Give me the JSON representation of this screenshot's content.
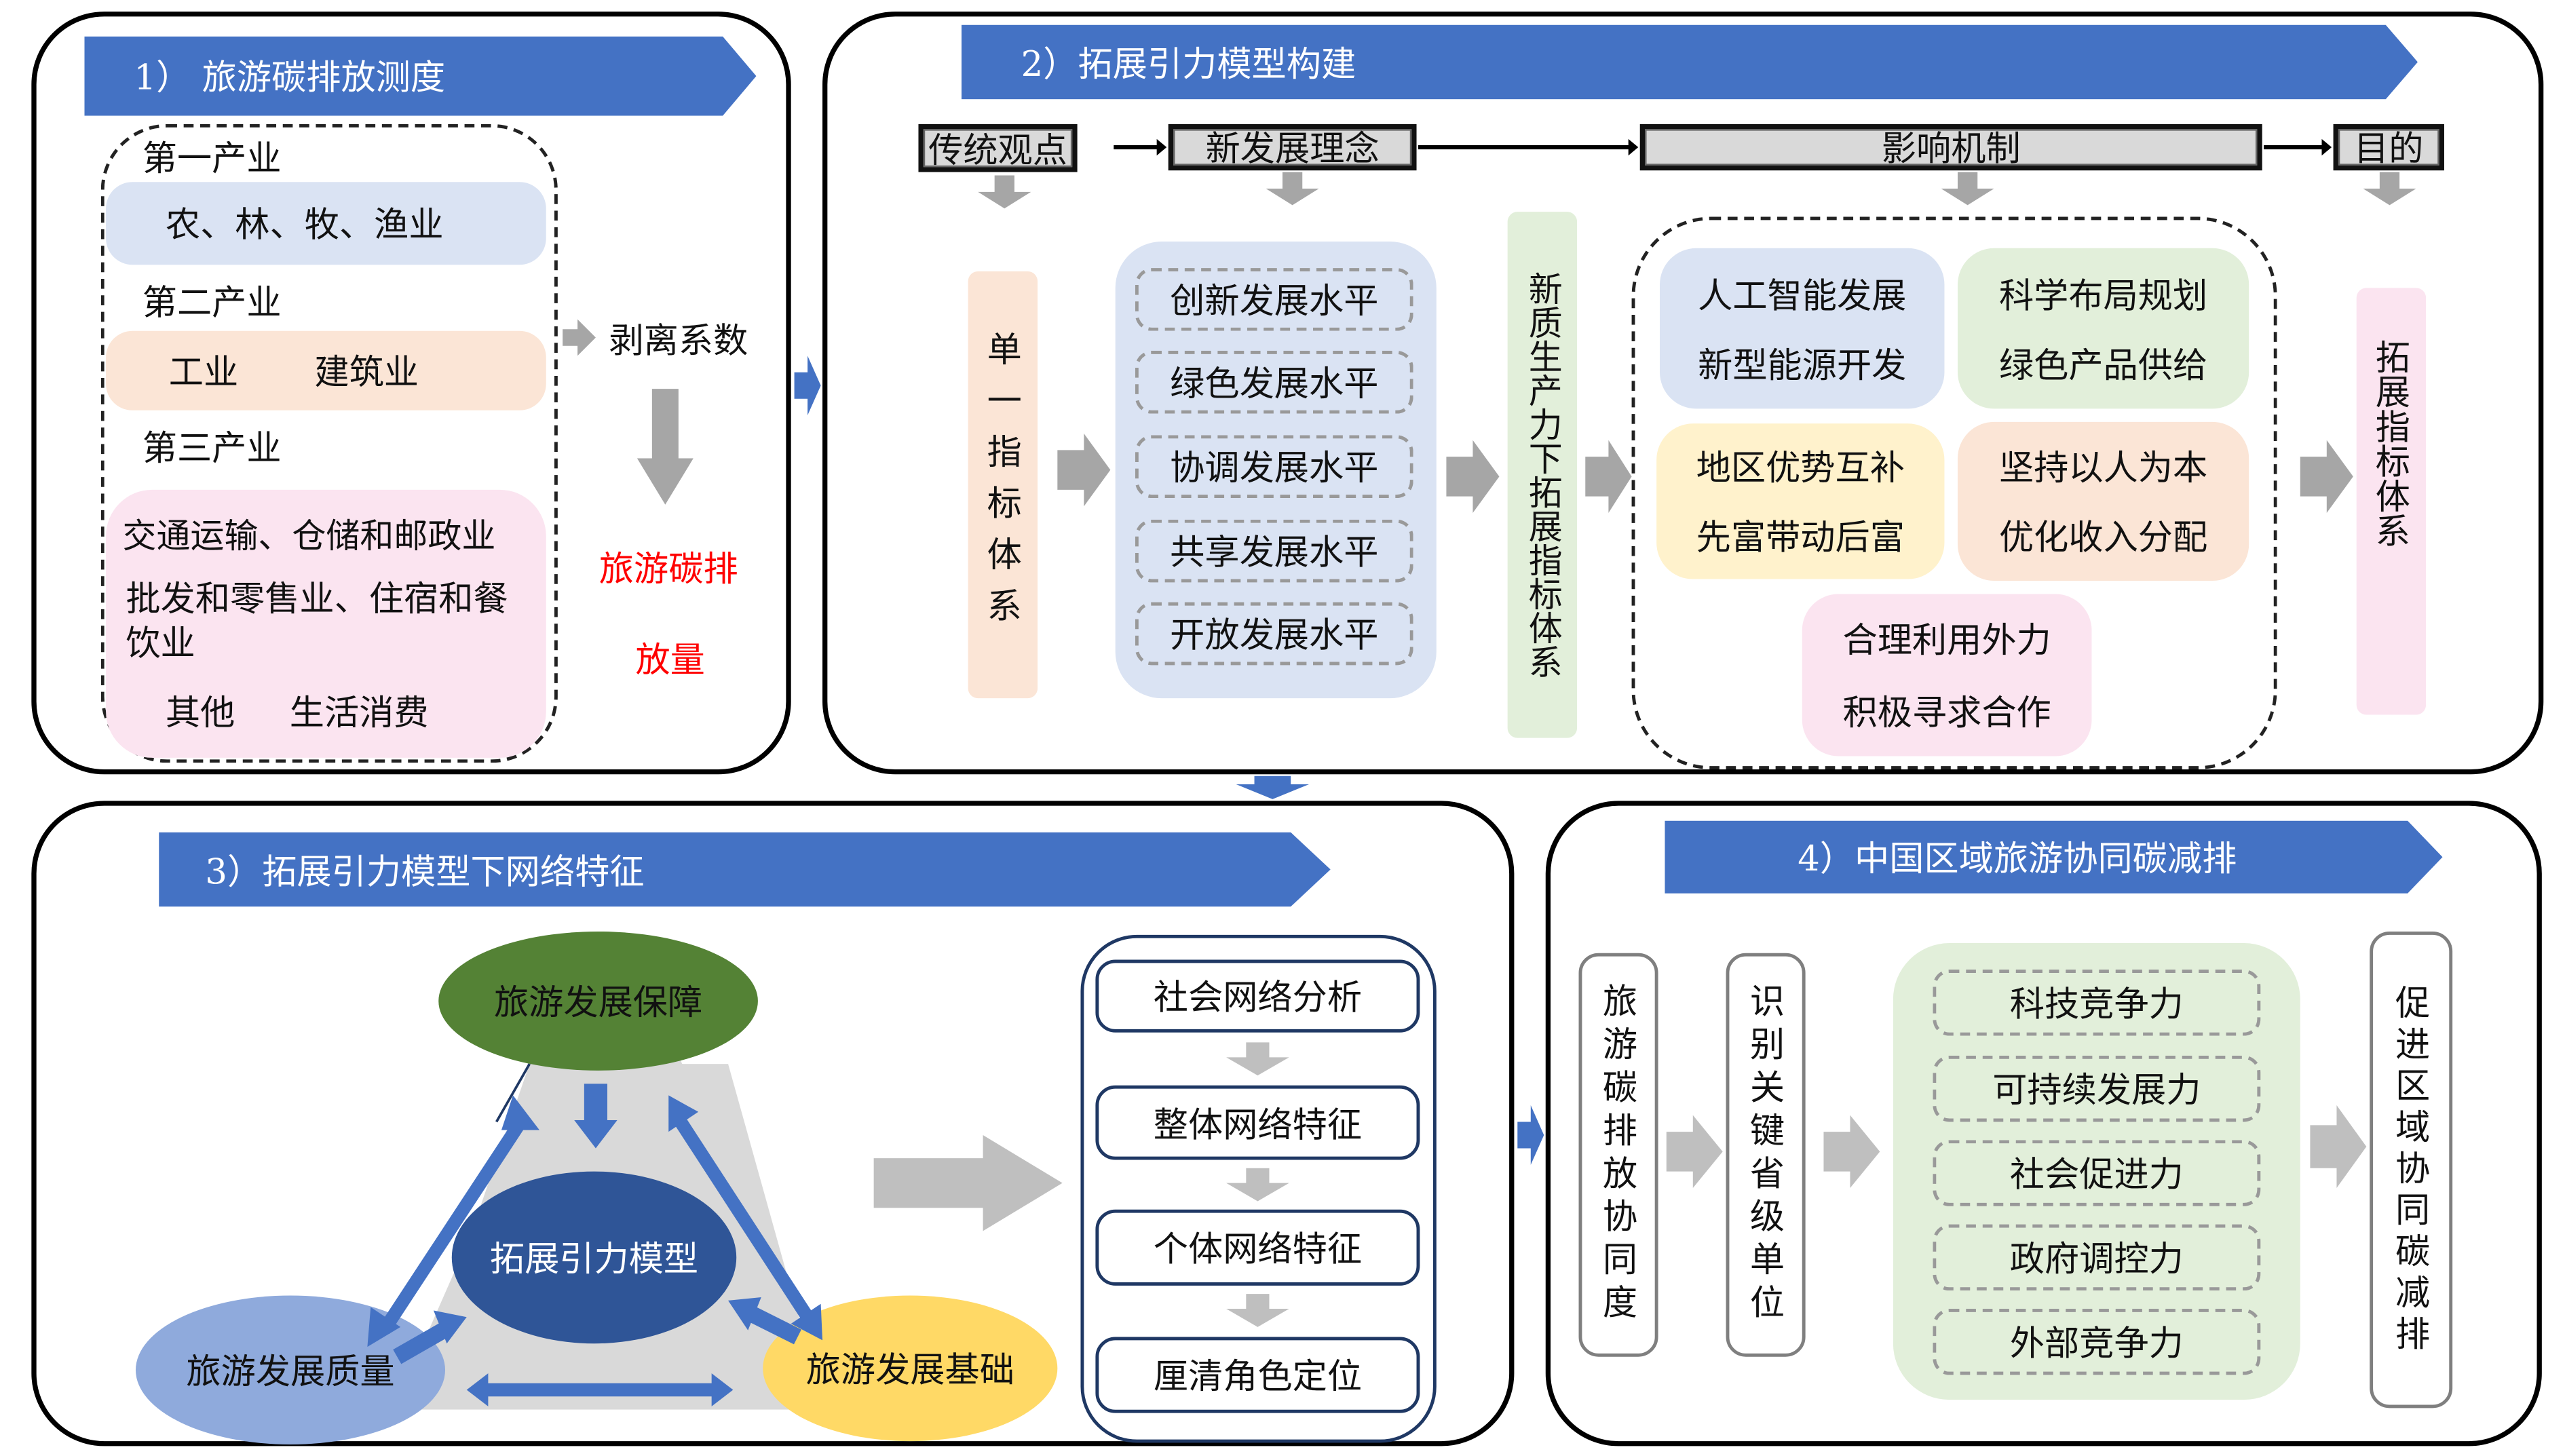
{
  "colors": {
    "banner": "#4472c4",
    "soft_blue": "#dae3f3",
    "soft_orange": "#fbe5d6",
    "soft_pink": "#fbe4f0",
    "soft_green": "#e2efda",
    "soft_yellow": "#fff2cc",
    "gray_arrow": "#a6a6a6",
    "red_text": "#ff0000",
    "node_green": "#548235",
    "node_navy": "#2f5597",
    "node_lightblue": "#8faadc",
    "node_yellow": "#ffd966",
    "triangle_fill": "#d9d9d9"
  },
  "panel1": {
    "title": "1） 旅游碳排放测度",
    "primary_label": "第一产业",
    "primary_items": "农、林、牧、渔业",
    "secondary_label": "第二产业",
    "secondary_items": [
      "工业",
      "建筑业"
    ],
    "tertiary_label": "第三产业",
    "tertiary_items": [
      "交通运输、仓储和邮政业",
      "批发和零售业、住宿和餐饮业"
    ],
    "other_items": [
      "其他",
      "生活消费"
    ],
    "coefficient_label": "剥离系数",
    "result_label_line1": "旅游碳排",
    "result_label_line2": "放量"
  },
  "panel2": {
    "title": "2）拓展引力模型构建",
    "header_boxes": [
      "传统观点",
      "新发展理念",
      "影响机制",
      "目的"
    ],
    "single_index": "单一指标体系",
    "dev_levels": [
      "创新发展水平",
      "绿色发展水平",
      "协调发展水平",
      "共享发展水平",
      "开放发展水平"
    ],
    "new_quality": "新质生产力下拓展指标体系",
    "mechanisms": [
      {
        "line1": "人工智能发展",
        "line2": "新型能源开发"
      },
      {
        "line1": "科学布局规划",
        "line2": "绿色产品供给"
      },
      {
        "line1": "地区优势互补",
        "line2": "先富带动后富"
      },
      {
        "line1": "坚持以人为本",
        "line2": "优化收入分配"
      },
      {
        "line1": "合理利用外力",
        "line2": "积极寻求合作"
      }
    ],
    "expanded_index": "拓展指标体系"
  },
  "panel3": {
    "title": "3）拓展引力模型下网络特征",
    "node_top": "旅游发展保障",
    "node_center": "拓展引力模型",
    "node_left": "旅游发展质量",
    "node_right": "旅游发展基础",
    "steps": [
      "社会网络分析",
      "整体网络特征",
      "个体网络特征",
      "厘清角色定位"
    ]
  },
  "panel4": {
    "title": "4）中国区域旅游协同碳减排",
    "col1": "旅游碳排放协同度",
    "col2": "识别关键省级单位",
    "forces": [
      "科技竞争力",
      "可持续发展力",
      "社会促进力",
      "政府调控力",
      "外部竞争力"
    ],
    "goal": "促进区域协同碳减排"
  }
}
